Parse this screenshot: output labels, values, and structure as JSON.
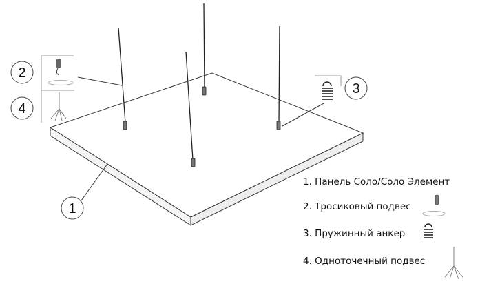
{
  "callouts": {
    "c1": "1",
    "c2": "2",
    "c3": "3",
    "c4": "4"
  },
  "legend": [
    {
      "text": "1. Панель Соло/Соло Элемент",
      "icon": "panel"
    },
    {
      "text": "2. Тросиковый подвес",
      "icon": "cable-hanger-icon"
    },
    {
      "text": "3. Пружинный анкер",
      "icon": "spring-anchor-icon"
    },
    {
      "text": "4. Одноточечный подвес",
      "icon": "single-point-hanger-icon"
    }
  ]
}
